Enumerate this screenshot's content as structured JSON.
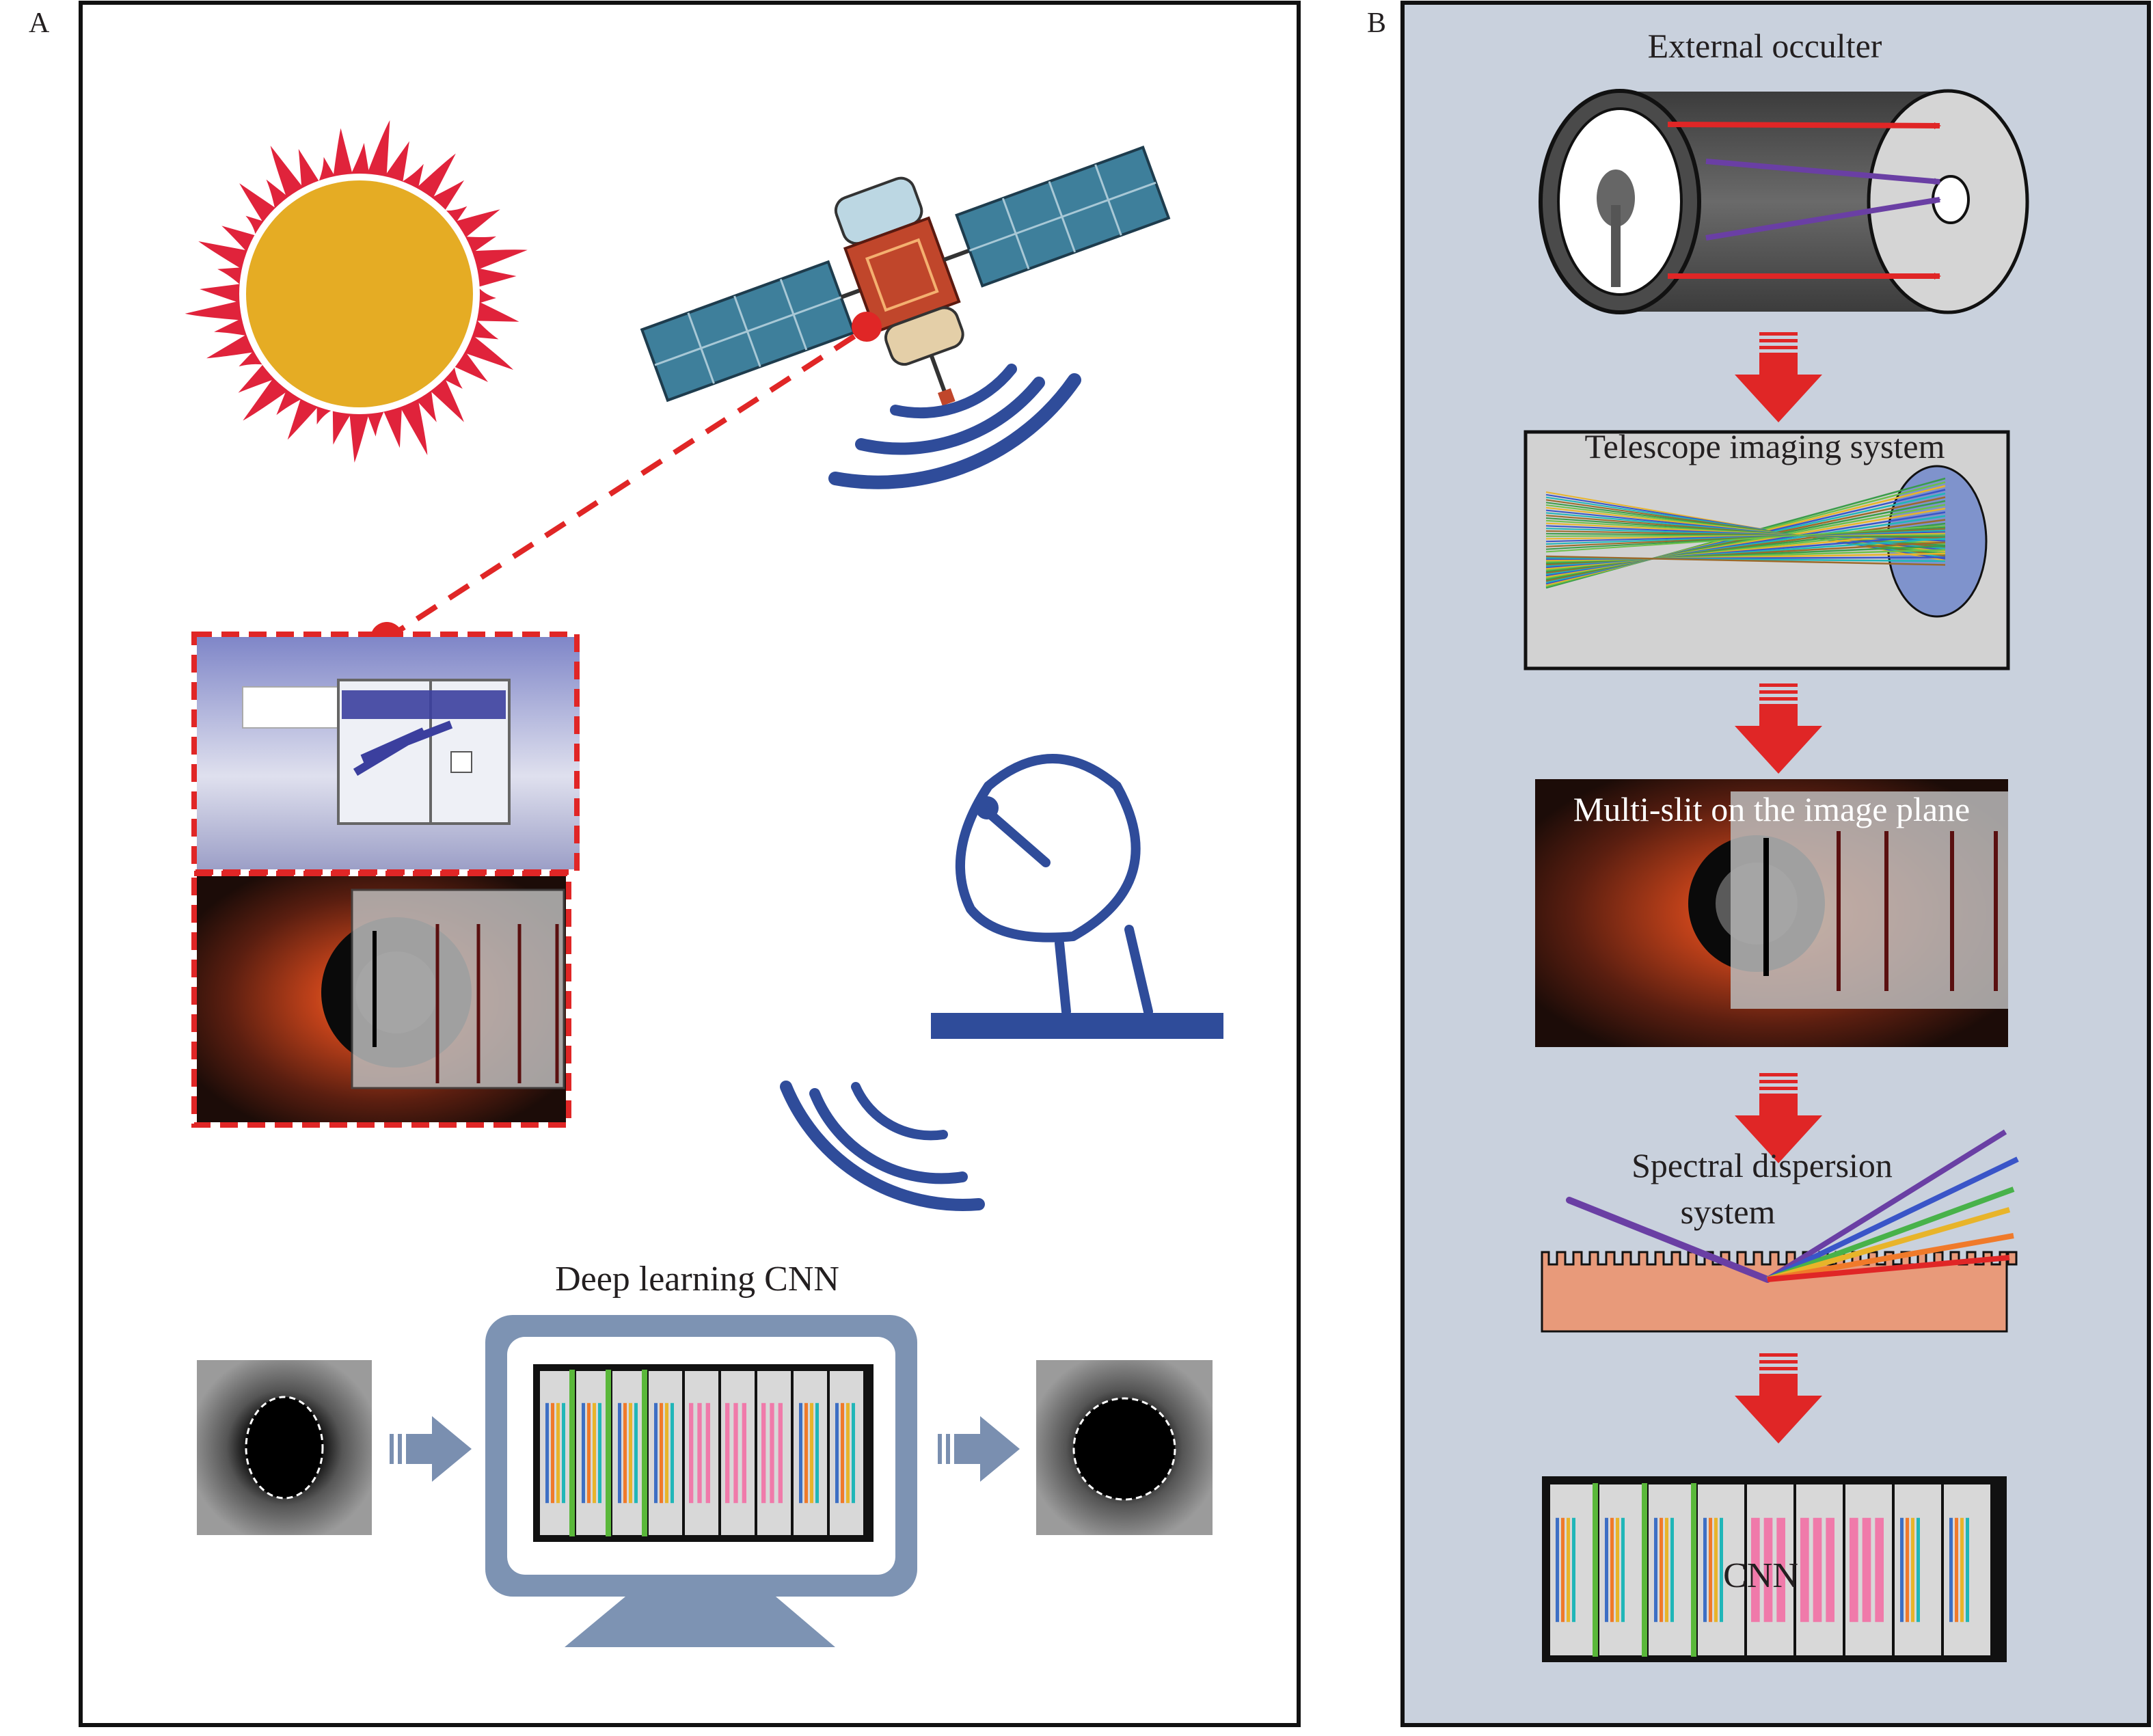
{
  "panel_a": {
    "letter": "A",
    "cnn_title": "Deep learning CNN"
  },
  "panel_b": {
    "letter": "B",
    "occulter_title": "External occulter",
    "telescope_title": "Telescope imaging system",
    "slit_title": "Multi-slit on the image plane",
    "dispersion_title_line1": "Spectral dispersion",
    "dispersion_title_line2": "system",
    "cnn_label": "CNN"
  },
  "colors": {
    "panel_b_bg": "#c9d1dd",
    "arrow_red": "#e02626",
    "sun_core": "#e5ac24",
    "flame_red": "#e0233b",
    "signal_blue": "#2f4c9a",
    "monitor_blue": "#7d93b3",
    "grating": "#e89a7a"
  },
  "icons": [
    "sun-icon",
    "satellite-icon",
    "signal-wave-icon",
    "dish-antenna-icon",
    "monitor-icon",
    "occulter-cylinder-icon",
    "diffraction-grating-icon"
  ]
}
